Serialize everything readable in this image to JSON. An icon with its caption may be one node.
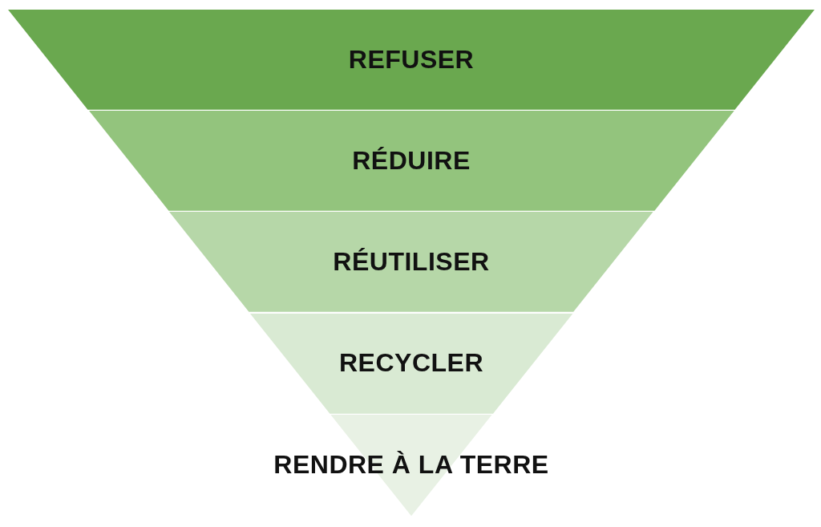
{
  "diagram": {
    "nodes": [
      {
        "text": [
          "REFUSER"
        ]
      },
      {
        "text": [
          "RÉDUIRE"
        ]
      },
      {
        "text": [
          "RÉUTILISER"
        ]
      },
      {
        "text": [
          "RECYCLER"
        ]
      },
      {
        "text": [
          "RENDRE À LA TERRE"
        ]
      }
    ]
  }
}
